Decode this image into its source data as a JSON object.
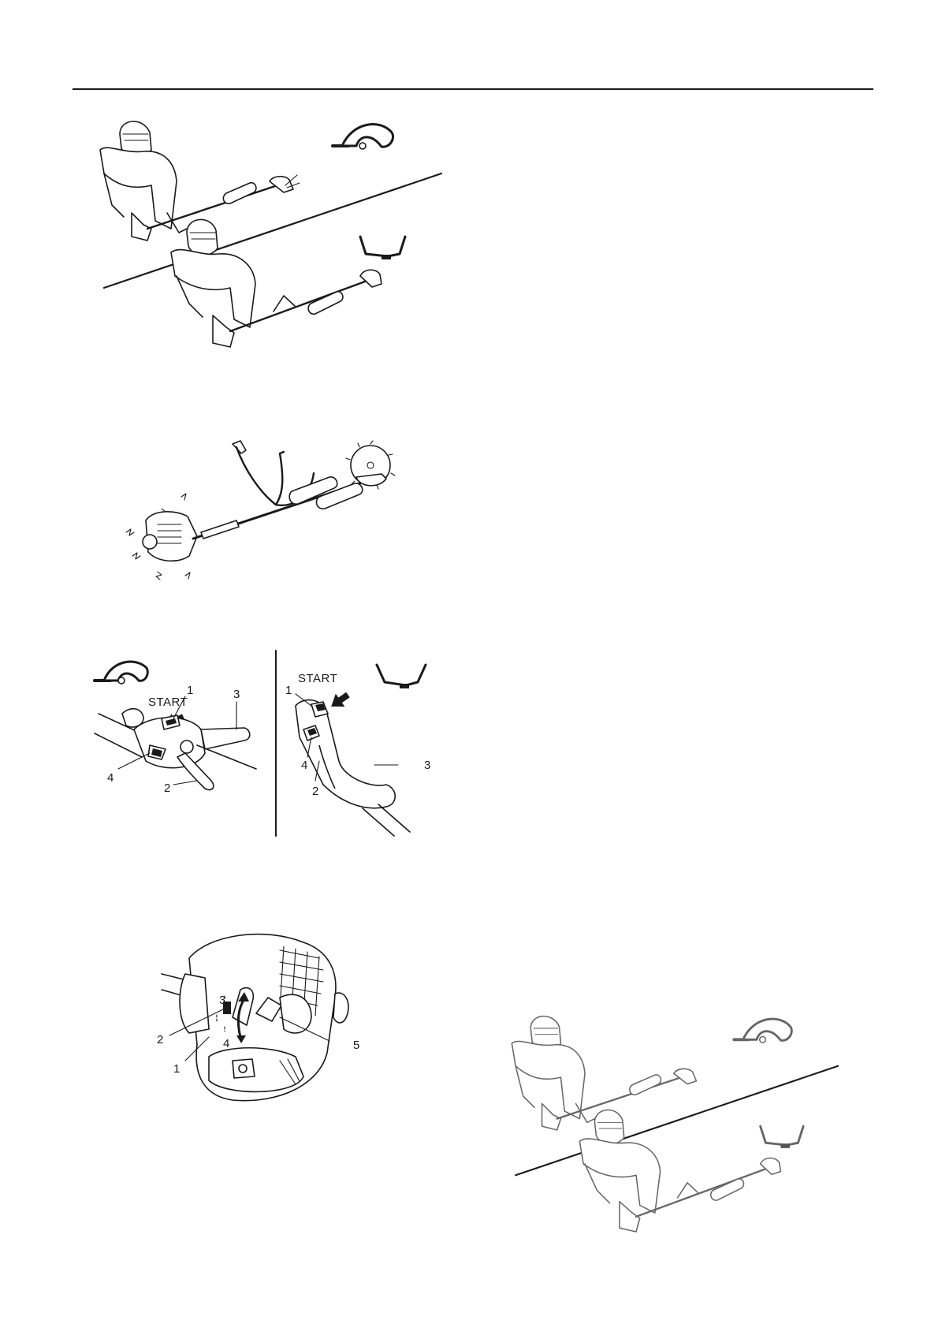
{
  "figure_labels": {
    "start_left": "START",
    "start_right": "START",
    "left_callouts": [
      "1",
      "2",
      "3",
      "4"
    ],
    "right_callouts": [
      "1",
      "2",
      "3",
      "4"
    ],
    "engine_callouts": [
      "1",
      "2",
      "3",
      "4",
      "5"
    ]
  },
  "icons": {
    "loop_handle": "loop-handle-icon",
    "bike_handle": "bike-handle-icon"
  }
}
